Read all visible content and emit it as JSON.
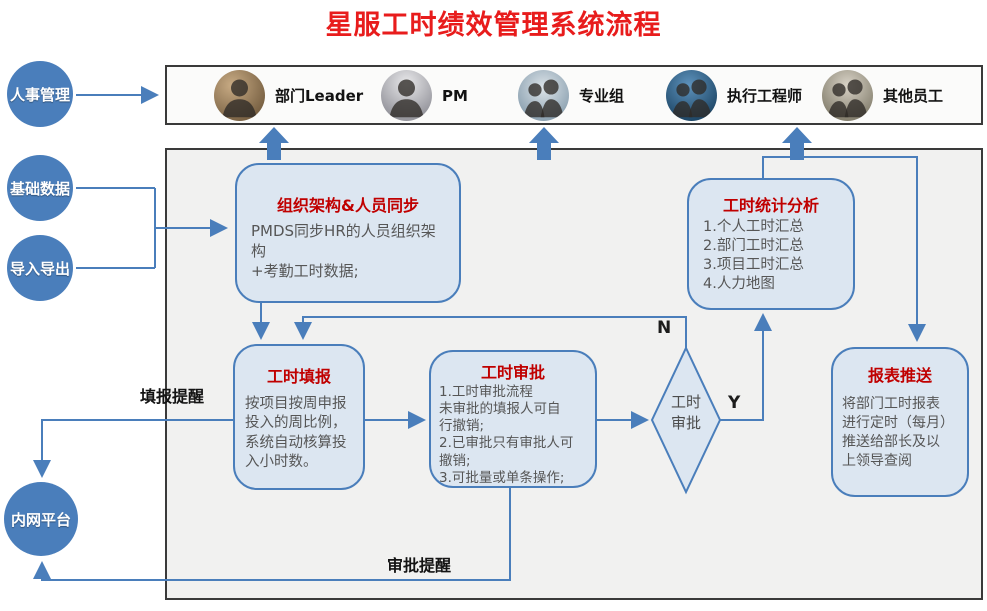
{
  "title": "星服工时绩效管理系统流程",
  "roles": [
    {
      "label": "部门Leader"
    },
    {
      "label": "PM"
    },
    {
      "label": "专业组"
    },
    {
      "label": "执行工程师"
    },
    {
      "label": "其他员工"
    }
  ],
  "left_nodes": [
    {
      "label": "人事管理"
    },
    {
      "label": "基础数据"
    },
    {
      "label": "导入导出"
    },
    {
      "label": "内网平台"
    }
  ],
  "boxes": {
    "org_sync": {
      "title": "组织架构&人员同步",
      "body": "PMDS同步HR的人员组织架构\n+考勤工时数据;"
    },
    "stats": {
      "title": "工时统计分析",
      "body": "1.个人工时汇总\n2.部门工时汇总\n3.项目工时汇总\n4.人力地图"
    },
    "timesheet_fill": {
      "title": "工时填报",
      "body": "按项目按周申报\n投入的周比例，\n系统自动核算投\n入小时数。"
    },
    "timesheet_approve": {
      "title": "工时审批",
      "body": "1.工时审批流程\n未审批的填报人可自\n行撤销;\n2.已审批只有审批人可\n撤销;\n3.可批量或单条操作;"
    },
    "report_push": {
      "title": "报表推送",
      "body": "将部门工时报表\n进行定时（每月）\n推送给部长及以\n上领导查阅"
    }
  },
  "decision": {
    "label": "工时\n审批",
    "no_label": "N",
    "yes_label": "Y"
  },
  "reminders": {
    "fill": "填报提醒",
    "approve": "审批提醒"
  },
  "colors": {
    "accent_blue": "#4a7ebb",
    "node_fill": "#dce6f1",
    "page_title_red": "#e81c1c",
    "box_title_red": "#c00000"
  }
}
